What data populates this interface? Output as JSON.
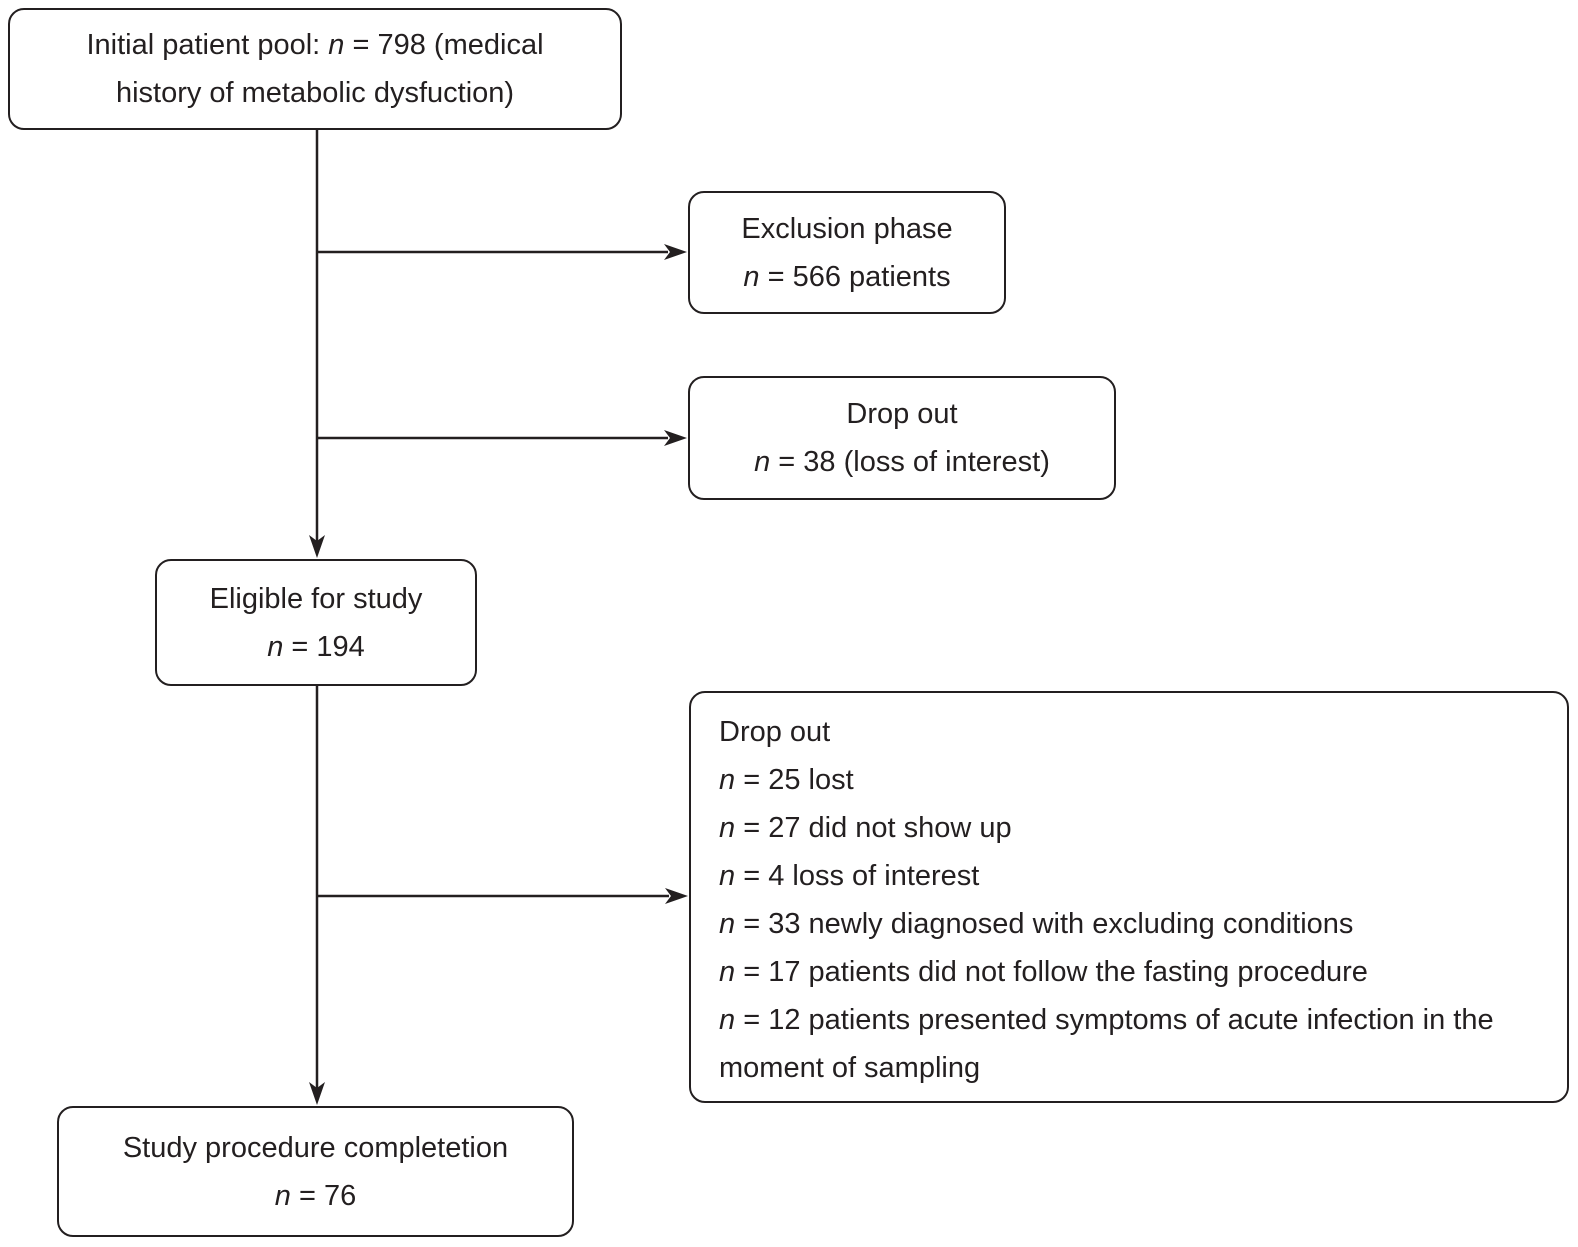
{
  "diagram": {
    "background_color": "#ffffff",
    "stroke_color": "#231f20",
    "boxes": {
      "initial_pool": {
        "lines": [
          [
            {
              "t": "Initial patient pool: "
            },
            {
              "t": "n",
              "i": true
            },
            {
              "t": " = 798 (medical"
            }
          ],
          [
            {
              "t": "history of metabolic dysfuction)"
            }
          ]
        ]
      },
      "exclusion_phase": {
        "lines": [
          [
            {
              "t": "Exclusion phase"
            }
          ],
          [
            {
              "t": "n",
              "i": true
            },
            {
              "t": " = 566 patients"
            }
          ]
        ]
      },
      "drop_out_1": {
        "lines": [
          [
            {
              "t": "Drop out"
            }
          ],
          [
            {
              "t": "n",
              "i": true
            },
            {
              "t": " = 38 (loss of interest)"
            }
          ]
        ]
      },
      "eligible": {
        "lines": [
          [
            {
              "t": "Eligible for study"
            }
          ],
          [
            {
              "t": "n",
              "i": true
            },
            {
              "t": " = 194"
            }
          ]
        ]
      },
      "drop_out_2": {
        "lines": [
          [
            {
              "t": "Drop out"
            }
          ],
          [
            {
              "t": "n",
              "i": true
            },
            {
              "t": " = 25 lost"
            }
          ],
          [
            {
              "t": "n",
              "i": true
            },
            {
              "t": " = 27 did not show up"
            }
          ],
          [
            {
              "t": "n",
              "i": true
            },
            {
              "t": " = 4 loss of interest"
            }
          ],
          [
            {
              "t": "n",
              "i": true
            },
            {
              "t": " = 33 newly diagnosed with excluding conditions"
            }
          ],
          [
            {
              "t": "n",
              "i": true
            },
            {
              "t": " = 17 patients did not follow the fasting procedure"
            }
          ],
          [
            {
              "t": "n",
              "i": true
            },
            {
              "t": " = 12 patients presented symptoms of acute infection in the moment of sampling"
            }
          ]
        ]
      },
      "completion": {
        "lines": [
          [
            {
              "t": "Study procedure completetion"
            }
          ],
          [
            {
              "t": "n",
              "i": true
            },
            {
              "t": " = 76"
            }
          ]
        ]
      }
    }
  }
}
